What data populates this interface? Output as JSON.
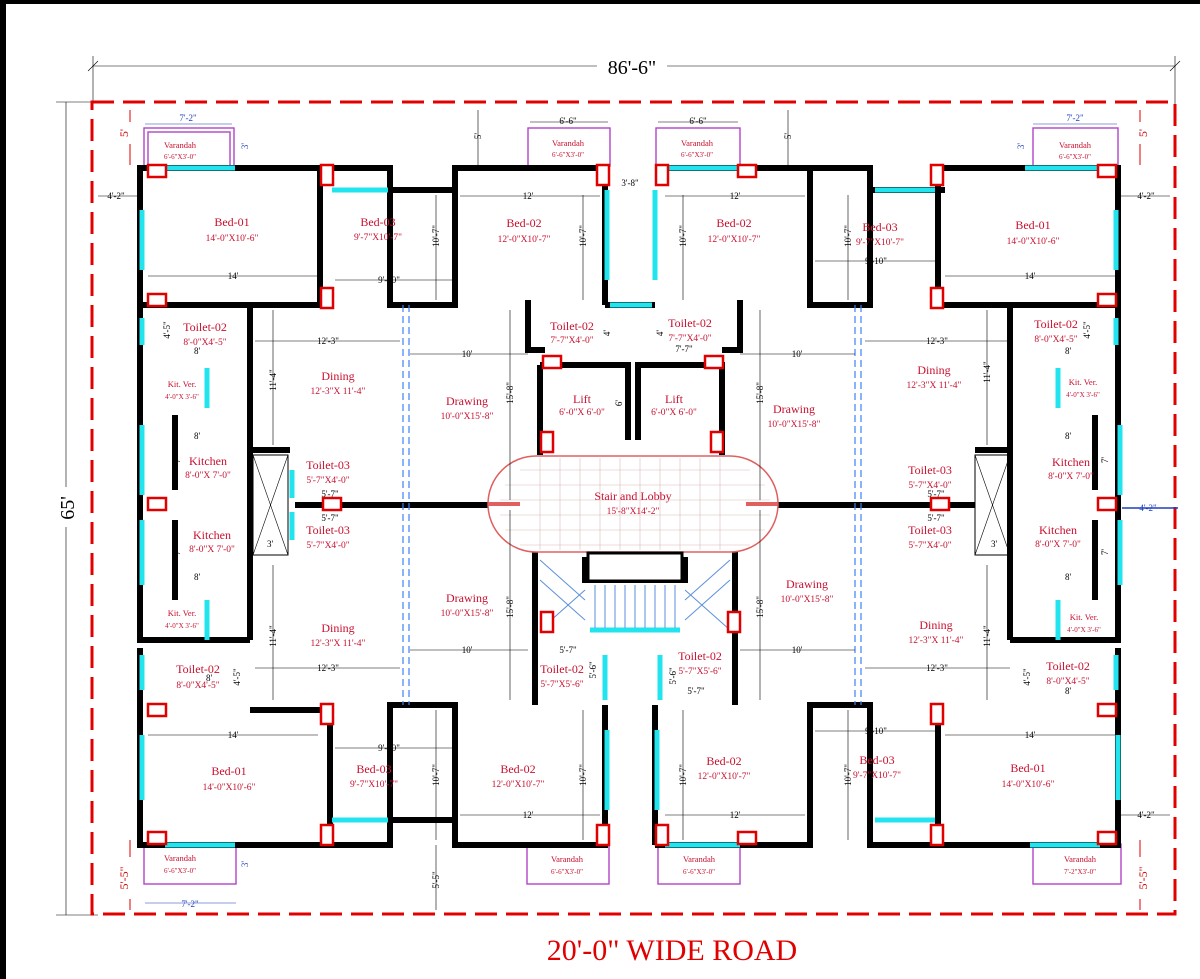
{
  "title": {
    "overall_width": "86'-6\"",
    "overall_depth": "65'",
    "road": "20'-0\" WIDE ROAD"
  },
  "colors": {
    "sheet": "#ffffff",
    "background": "#000000",
    "boundary": "#e00000",
    "text": "#c8102e",
    "window": "#22e4ee",
    "column": "#e00000",
    "varandah": "#b044c8",
    "beam": "#3b82f6"
  },
  "rooms": {
    "bed01_tl": {
      "name": "Bed-01",
      "size": "14'-0\"X10'-6\""
    },
    "bed03_tl": {
      "name": "Bed-03",
      "size": "9'-7\"X10'-7\""
    },
    "bed02_tl": {
      "name": "Bed-02",
      "size": "12'-0\"X10'-7\""
    },
    "bed02_tr": {
      "name": "Bed-02",
      "size": "12'-0\"X10'-7\""
    },
    "bed03_tr": {
      "name": "Bed-03",
      "size": "9'-7\"X10'-7\""
    },
    "bed01_tr": {
      "name": "Bed-01",
      "size": "14'-0\"X10'-6\""
    },
    "toilet02_l1": {
      "name": "Toilet-02",
      "size": "8'-0\"X4'-5\""
    },
    "toilet02_c1": {
      "name": "Toilet-02",
      "size": "7'-7\"X4'-0\""
    },
    "toilet02_c2": {
      "name": "Toilet-02",
      "size": "7'-7\"X4'-0\""
    },
    "toilet02_r1": {
      "name": "Toilet-02",
      "size": "8'-0\"X4'-5\""
    },
    "dining_tl": {
      "name": "Dining",
      "size": "12'-3\"X 11'-4\""
    },
    "dining_tr": {
      "name": "Dining",
      "size": "12'-3\"X 11'-4\""
    },
    "kitver_tl": {
      "name": "Kit. Ver.",
      "size": "4'-0\"X 3'-6\""
    },
    "kitver_tr": {
      "name": "Kit. Ver.",
      "size": "4'-0\"X 3'-6\""
    },
    "drawing_tl": {
      "name": "Drawing",
      "size": "10'-0\"X15'-8\""
    },
    "drawing_tr": {
      "name": "Drawing",
      "size": "10'-0\"X15'-8\""
    },
    "lift1": {
      "name": "Lift",
      "size": "6'-0\"X 6'-0\""
    },
    "lift2": {
      "name": "Lift",
      "size": "6'-0\"X 6'-0\""
    },
    "kitchen_tl": {
      "name": "Kitchen",
      "size": "8'-0\"X 7'-0\""
    },
    "kitchen_tr": {
      "name": "Kitchen",
      "size": "8'-0\"X 7'-0\""
    },
    "toilet03_tl": {
      "name": "Toilet-03",
      "size": "5'-7\"X4'-0\""
    },
    "toilet03_tr": {
      "name": "Toilet-03",
      "size": "5'-7\"X4'-0\""
    },
    "stair": {
      "name": "Stair and Lobby",
      "size": "15'-8\"X14'-2\""
    },
    "kitchen_bl": {
      "name": "Kitchen",
      "size": "8'-0\"X 7'-0\""
    },
    "kitchen_br": {
      "name": "Kitchen",
      "size": "8'-0\"X 7'-0\""
    },
    "toilet03_bl": {
      "name": "Toilet-03",
      "size": "5'-7\"X4'-0\""
    },
    "toilet03_br": {
      "name": "Toilet-03",
      "size": "5'-7\"X4'-0\""
    },
    "drawing_bl": {
      "name": "Drawing",
      "size": "10'-0\"X15'-8\""
    },
    "drawing_br": {
      "name": "Drawing",
      "size": "10'-0\"X15'-8\""
    },
    "kitver_bl": {
      "name": "Kit. Ver.",
      "size": "4'-0\"X 3'-6\""
    },
    "kitver_br": {
      "name": "Kit. Ver.",
      "size": "4'-0\"X 3'-6\""
    },
    "dining_bl": {
      "name": "Dining",
      "size": "12'-3\"X 11'-4\""
    },
    "dining_br": {
      "name": "Dining",
      "size": "12'-3\"X 11'-4\""
    },
    "toilet02_l2": {
      "name": "Toilet-02",
      "size": "8'-0\"X4'-5\""
    },
    "toilet02_c3": {
      "name": "Toilet-02",
      "size": "5'-7\"X5'-6\""
    },
    "toilet02_c4": {
      "name": "Toilet-02",
      "size": "5'-7\"X5'-6\""
    },
    "toilet02_r2": {
      "name": "Toilet-02",
      "size": "8'-0\"X4'-5\""
    },
    "bed01_bl": {
      "name": "Bed-01",
      "size": "14'-0\"X10'-6\""
    },
    "bed03_bl": {
      "name": "Bed-03",
      "size": "9'-7\"X10'-7\""
    },
    "bed02_bl": {
      "name": "Bed-02",
      "size": "12'-0\"X10'-7\""
    },
    "bed02_br": {
      "name": "Bed-02",
      "size": "12'-0\"X10'-7\""
    },
    "bed03_br": {
      "name": "Bed-03",
      "size": "9'-7\"X10'-7\""
    },
    "bed01_br": {
      "name": "Bed-01",
      "size": "14'-0\"X10'-6\""
    }
  },
  "varandahs": {
    "tl": {
      "name": "Varandah",
      "size": "6'-6\"X3'-0\""
    },
    "tc1": {
      "name": "Varandah",
      "size": "6'-6\"X3'-0\""
    },
    "tc2": {
      "name": "Varandah",
      "size": "6'-6\"X3'-0\""
    },
    "tr": {
      "name": "Varandah",
      "size": "6'-6\"X3'-0\""
    },
    "bl": {
      "name": "Varandah",
      "size": "6'-6\"X3'-0\""
    },
    "bc1": {
      "name": "Varandah",
      "size": "6'-6\"X3'-0\""
    },
    "bc2": {
      "name": "Varandah",
      "size": "6'-6\"X3'-0\""
    },
    "br": {
      "name": "Varandah",
      "size": "7'-2\"X3'-0\""
    }
  },
  "dims": {
    "d_5": "5'",
    "d_5_5": "5'-5\"",
    "d_7_2": "7'-2\"",
    "d_3": "3'",
    "d_6_6": "6'-6\"",
    "d_4_2": "4'-2\"",
    "d_14": "14'",
    "d_9_10": "9'-10\"",
    "d_12": "12'",
    "d_10_7": "10'-7\"",
    "d_3_8": "3'-8\"",
    "d_4_5": "4'-5\"",
    "d_8": "8'",
    "d_12_3": "12'-3\"",
    "d_10": "10'",
    "d_4": "4'",
    "d_7_7": "7'-7\"",
    "d_11_4": "11'-4\"",
    "d_15_8": "15'-8\"",
    "d_6": "6'",
    "d_7": "7'",
    "d_5_7": "5'-7\"",
    "d_5_6": "5'-6\""
  }
}
